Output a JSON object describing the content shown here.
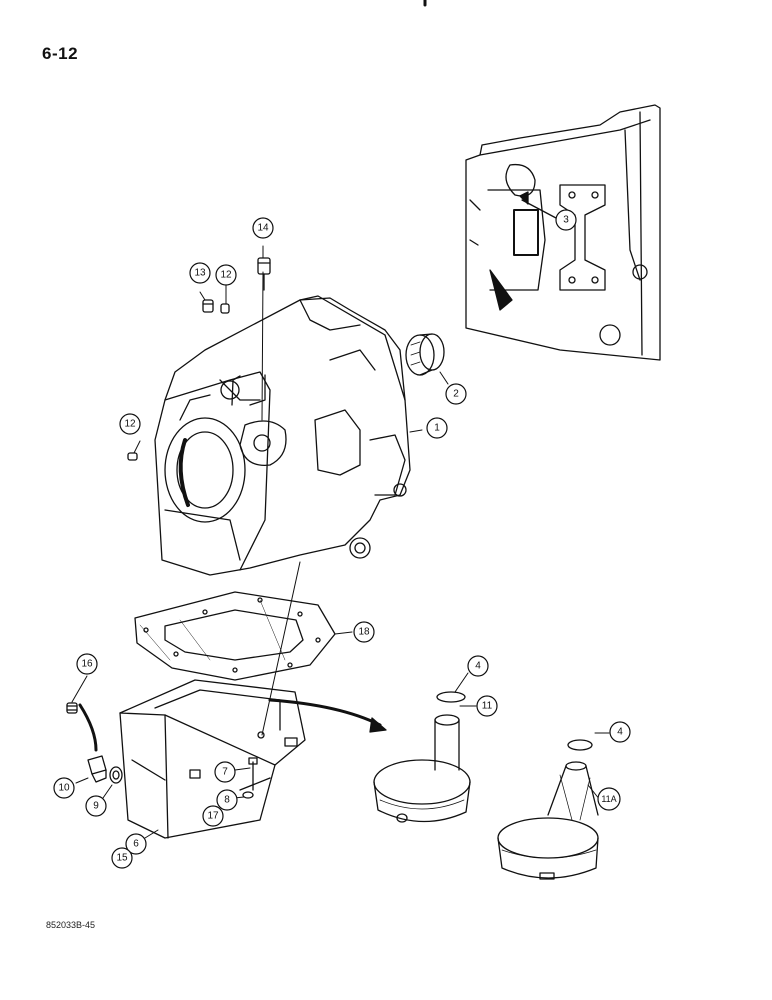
{
  "page": {
    "number": "6-12",
    "figure_code": "852033B-45"
  },
  "callouts": [
    "1",
    "2",
    "3",
    "4",
    "4",
    "6",
    "7",
    "8",
    "9",
    "10",
    "11",
    "11A",
    "12",
    "12",
    "13",
    "14",
    "15",
    "16",
    "17",
    "18"
  ],
  "colors": {
    "ink": "#111111",
    "paper": "#ffffff"
  }
}
